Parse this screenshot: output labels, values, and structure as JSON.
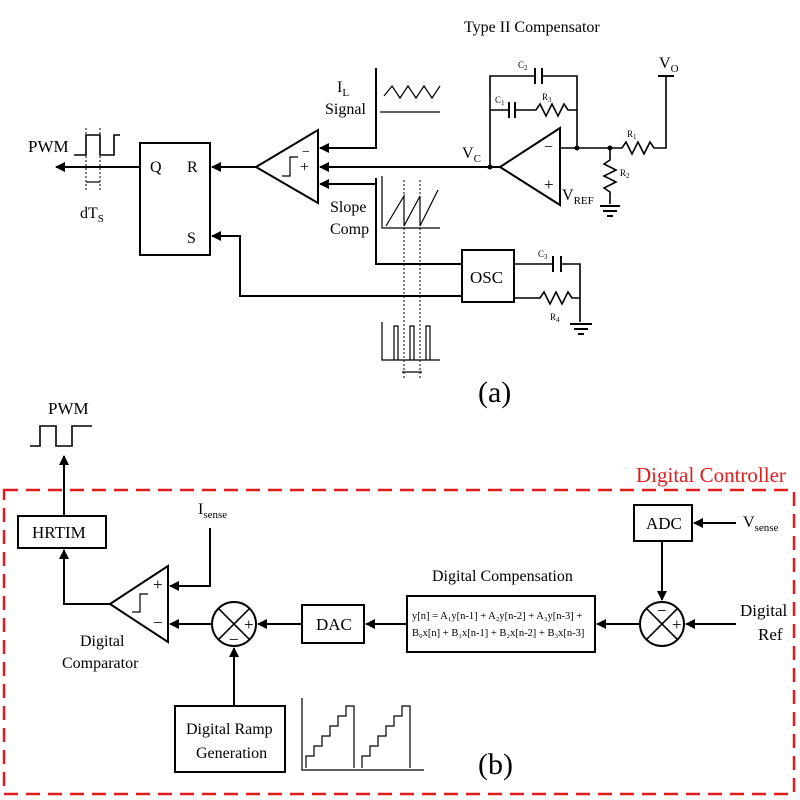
{
  "part_a": {
    "compensator_title": "Type II Compensator",
    "pwm": "PWM",
    "q": "Q",
    "r": "R",
    "s": "S",
    "duty_main": "dT",
    "duty_sub": "S",
    "il_main": "I",
    "il_sub": "L",
    "il_signal": "Signal",
    "slope": "Slope",
    "comp": "Comp",
    "vc_main": "V",
    "vc_sub": "C",
    "vo_main": "V",
    "vo_sub": "O",
    "vref_main": "V",
    "vref_sub": "REF",
    "c1": "C",
    "c1_sub": "1",
    "c2": "C",
    "c2_sub": "2",
    "c3": "C",
    "c3_sub": "3",
    "r1": "R",
    "r1_sub": "1",
    "r2": "R",
    "r2_sub": "2",
    "r3": "R",
    "r3_sub": "3",
    "r4": "R",
    "r4_sub": "4",
    "osc": "OSC",
    "label": "(a)",
    "plus": "+",
    "minus": "−"
  },
  "part_b": {
    "pwm": "PWM",
    "digital_controller": "Digital Controller",
    "hrtim": "HRTIM",
    "isense_main": "I",
    "isense_sub": "sense",
    "digital_comparator_line1": "Digital",
    "digital_comparator_line2": "Comparator",
    "dac": "DAC",
    "digital_compensation": "Digital Compensation",
    "eq_line1": "y[n] = A₁y[n-1] + A₂y[n-2] + A₃y[n-3] +",
    "eq_line2": "B₀x[n] + B₁x[n-1] + B₂x[n-2] + B₃x[n-3]",
    "adc": "ADC",
    "vsense_main": "V",
    "vsense_sub": "sense",
    "digital_ref_line1": "Digital",
    "digital_ref_line2": "Ref",
    "ramp_line1": "Digital Ramp",
    "ramp_line2": "Generation",
    "label": "(b)",
    "plus": "+",
    "minus": "−"
  },
  "colors": {
    "line": "#000000",
    "accent": "#e11b1b",
    "background": "#ffffff"
  }
}
